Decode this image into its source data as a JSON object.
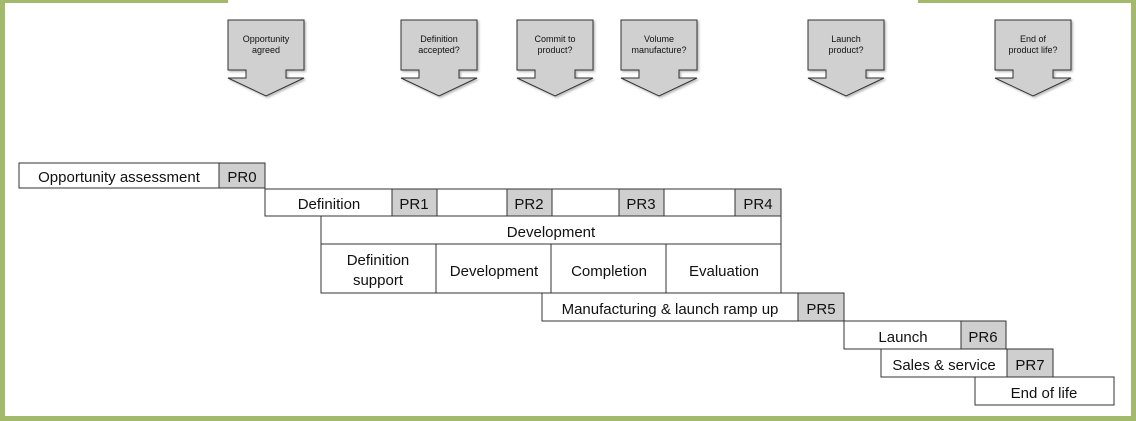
{
  "gates": [
    {
      "lines": [
        "Opportunity",
        "agreed"
      ]
    },
    {
      "lines": [
        "Definition",
        "accepted?"
      ]
    },
    {
      "lines": [
        "Commit to",
        "product?"
      ]
    },
    {
      "lines": [
        "Volume",
        "manufacture?"
      ]
    },
    {
      "lines": [
        "Launch",
        "product?"
      ]
    },
    {
      "lines": [
        "End of",
        "product life?"
      ]
    }
  ],
  "phases": {
    "opportunity": "Opportunity assessment",
    "definition": "Definition",
    "development": "Development",
    "manufacturing": "Manufacturing & launch ramp up",
    "launch": "Launch",
    "sales": "Sales & service",
    "end_of_life": "End of life"
  },
  "sub_phases": {
    "definition_support": [
      "Definition",
      "support"
    ],
    "development": "Development",
    "completion": "Completion",
    "evaluation": "Evaluation"
  },
  "reviews": {
    "pr0": "PR0",
    "pr1": "PR1",
    "pr2": "PR2",
    "pr3": "PR3",
    "pr4": "PR4",
    "pr5": "PR5",
    "pr6": "PR6",
    "pr7": "PR7"
  },
  "colors": {
    "frame": "#a3b96c",
    "review_fill": "#cfcfcf",
    "gate_fill": "#d0d0d0",
    "line": "#333333"
  }
}
